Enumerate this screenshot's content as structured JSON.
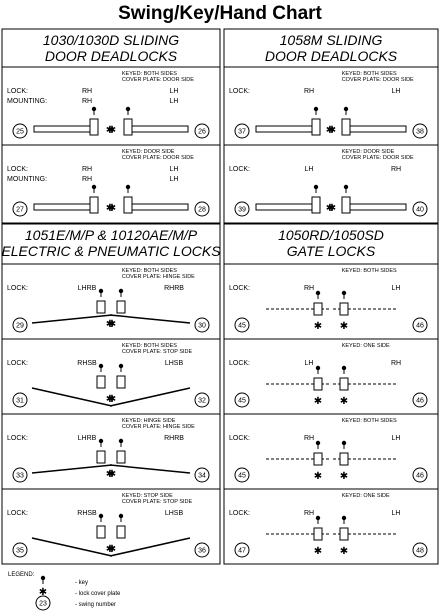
{
  "title": "Swing/Key/Hand Chart",
  "sections": [
    {
      "id": "sliding-1030",
      "heading": [
        "1030/1030D SLIDING",
        "DOOR DEADLOCKS"
      ],
      "panels": [
        {
          "keyed": "KEYED: BOTH SIDES",
          "cover": "COVER PLATE: DOOR SIDE",
          "row_labels": [
            "LOCK:",
            "MOUNTING:"
          ],
          "left": {
            "values": [
              "RH",
              "RH"
            ],
            "swing": "25"
          },
          "right": {
            "values": [
              "LH",
              "LH"
            ],
            "swing": "26"
          }
        },
        {
          "keyed": "KEYED: DOOR SIDE",
          "cover": "COVER PLATE: DOOR SIDE",
          "row_labels": [
            "LOCK:",
            "MOUNTING:"
          ],
          "left": {
            "values": [
              "RH",
              "RH"
            ],
            "swing": "27"
          },
          "right": {
            "values": [
              "LH",
              "LH"
            ],
            "swing": "28"
          }
        }
      ]
    },
    {
      "id": "sliding-1058",
      "heading": [
        "1058M SLIDING",
        "DOOR DEADLOCKS"
      ],
      "panels": [
        {
          "keyed": "KEYED: BOTH SIDES",
          "cover": "COVER PLATE: DOOR SIDE",
          "row_labels": [
            "LOCK:"
          ],
          "left": {
            "values": [
              "RH"
            ],
            "swing": "37"
          },
          "right": {
            "values": [
              "LH"
            ],
            "swing": "38"
          }
        },
        {
          "keyed": "KEYED: DOOR SIDE",
          "cover": "COVER PLATE: DOOR SIDE",
          "row_labels": [
            "LOCK:"
          ],
          "left": {
            "values": [
              "LH"
            ],
            "swing": "39"
          },
          "right": {
            "values": [
              "RH"
            ],
            "swing": "40"
          }
        }
      ]
    },
    {
      "id": "electric-1051",
      "heading": [
        "1051E/M/P & 10120AE/M/P",
        "ELECTRIC & PNEUMATIC LOCKS"
      ],
      "panels": [
        {
          "keyed": "KEYED: BOTH SIDES",
          "cover": "COVER PLATE: HINGE SIDE",
          "row_labels": [
            "LOCK:"
          ],
          "left": {
            "values": [
              "LHRB"
            ],
            "swing": "29"
          },
          "right": {
            "values": [
              "RHRB"
            ],
            "swing": "30"
          }
        },
        {
          "keyed": "KEYED: BOTH SIDES",
          "cover": "COVER PLATE: STOP SIDE",
          "row_labels": [
            "LOCK:"
          ],
          "left": {
            "values": [
              "RHSB"
            ],
            "swing": "31"
          },
          "right": {
            "values": [
              "LHSB"
            ],
            "swing": "32"
          }
        },
        {
          "keyed": "KEYED: HINGE SIDE",
          "cover": "COVER PLATE: HINGE SIDE",
          "row_labels": [
            "LOCK:"
          ],
          "left": {
            "values": [
              "LHRB"
            ],
            "swing": "33"
          },
          "right": {
            "values": [
              "RHRB"
            ],
            "swing": "34"
          }
        },
        {
          "keyed": "KEYED: STOP SIDE",
          "cover": "COVER PLATE: STOP SIDE",
          "row_labels": [
            "LOCK:"
          ],
          "left": {
            "values": [
              "RHSB"
            ],
            "swing": "35"
          },
          "right": {
            "values": [
              "LHSB"
            ],
            "swing": "36"
          }
        }
      ]
    },
    {
      "id": "gate-1050",
      "heading": [
        "1050RD/1050SD",
        "GATE LOCKS"
      ],
      "panels": [
        {
          "keyed": "KEYED: BOTH SIDES",
          "cover": "",
          "row_labels": [
            "LOCK:"
          ],
          "left": {
            "values": [
              "RH"
            ],
            "swing": "45"
          },
          "right": {
            "values": [
              "LH"
            ],
            "swing": "46"
          }
        },
        {
          "keyed": "KEYED: ONE SIDE",
          "cover": "",
          "row_labels": [
            "LOCK:"
          ],
          "left": {
            "values": [
              "LH"
            ],
            "swing": "45"
          },
          "right": {
            "values": [
              "RH"
            ],
            "swing": "46"
          }
        },
        {
          "keyed": "KEYED: BOTH SIDES",
          "cover": "",
          "row_labels": [
            "LOCK:"
          ],
          "left": {
            "values": [
              "RH"
            ],
            "swing": "45"
          },
          "right": {
            "values": [
              "LH"
            ],
            "swing": "46"
          }
        },
        {
          "keyed": "KEYED: ONE SIDE",
          "cover": "",
          "row_labels": [
            "LOCK:"
          ],
          "left": {
            "values": [
              "RH"
            ],
            "swing": "47"
          },
          "right": {
            "values": [
              "LH"
            ],
            "swing": "48"
          }
        }
      ]
    }
  ],
  "legend": {
    "title": "LEGEND:",
    "items": [
      {
        "symbol": "key",
        "label": "- key"
      },
      {
        "symbol": "star",
        "label": "- lock cover plate"
      },
      {
        "symbol": "circle",
        "number": "23",
        "label": "- swing number"
      }
    ]
  }
}
